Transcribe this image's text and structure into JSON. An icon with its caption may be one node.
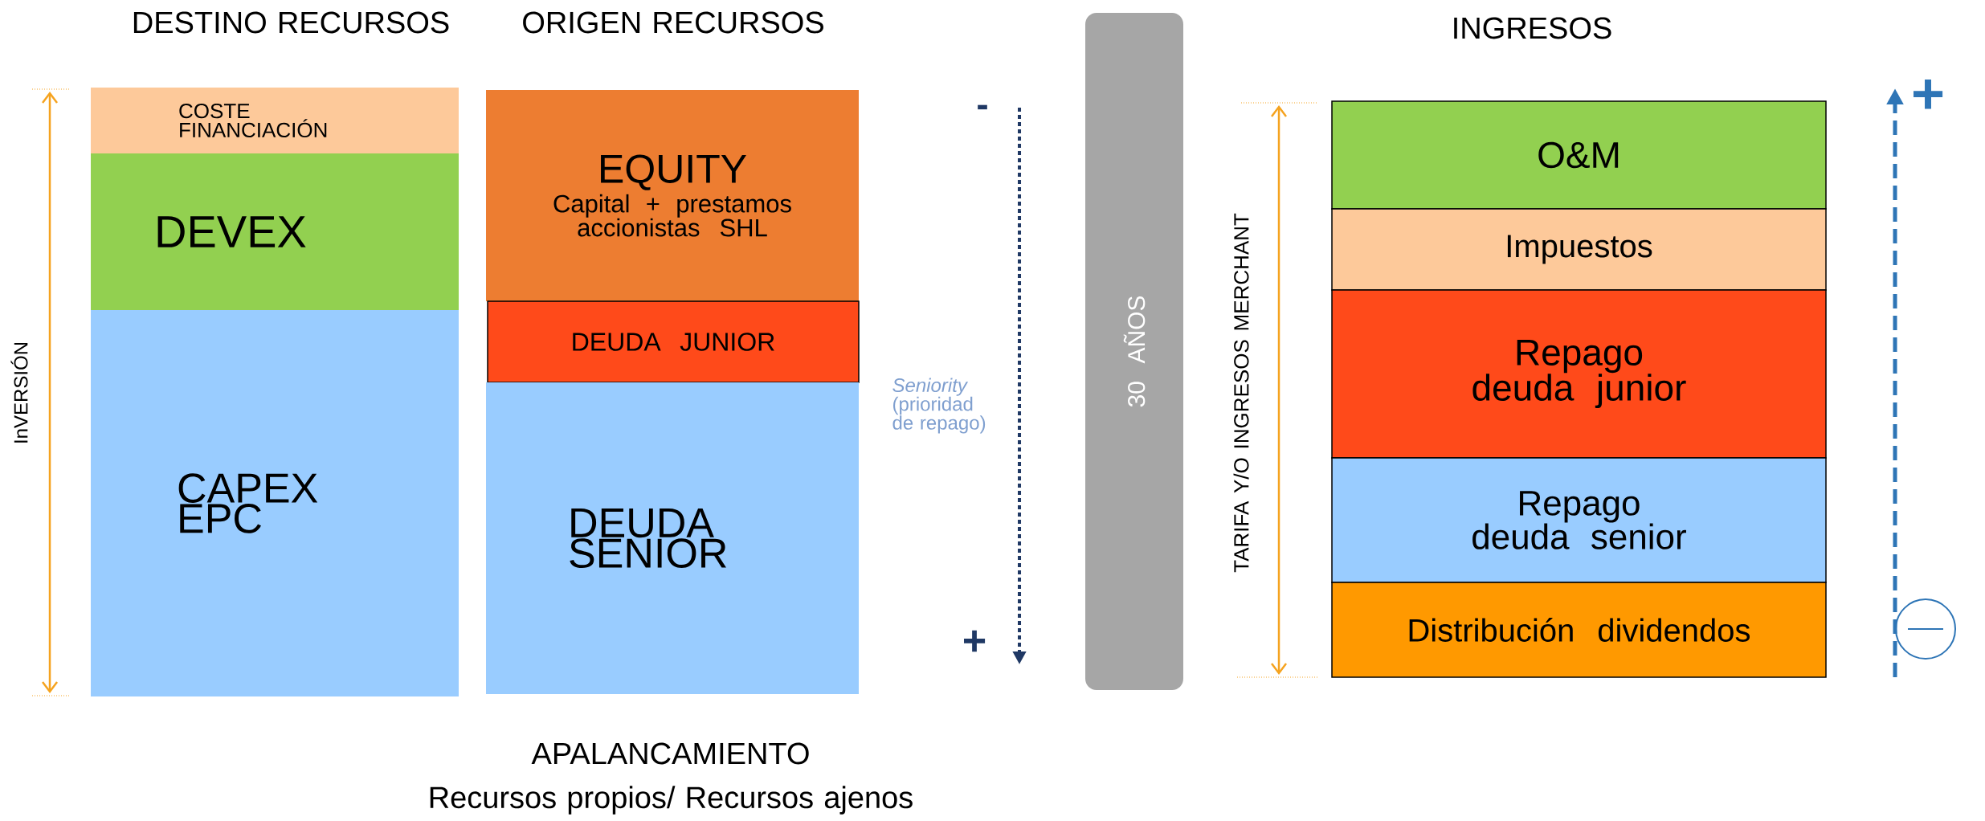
{
  "diagram": {
    "nodes": [
      {
        "text": [
          "COSTE FINANCIACIÓN"
        ]
      },
      {
        "text": [
          "DEVEX"
        ]
      },
      {
        "text": [
          "CAPEX EPC"
        ]
      },
      {
        "text": [
          "EQUITY",
          "Capital + prestamos accionistas SHL"
        ]
      },
      {
        "text": [
          "DEUDA JUNIOR"
        ]
      },
      {
        "text": [
          "DEUDA SENIOR"
        ]
      },
      {
        "text": [
          "30 AÑOS"
        ]
      },
      {
        "text": [
          "O&M"
        ]
      },
      {
        "text": [
          "Impuestos"
        ]
      },
      {
        "text": [
          "Repago deuda junior"
        ]
      },
      {
        "text": [
          "Repago deuda senior"
        ]
      },
      {
        "text": [
          "Distribución dividendos"
        ]
      }
    ],
    "labels": [
      "DESTINO RECURSOS",
      "ORIGEN RECURSOS",
      "INGRESOS",
      "-",
      "InVERSIÓN",
      "*Seniority* (prioridad de repago)",
      "+",
      "TARIFA Y/O INGRESOS MERCHANT",
      "+",
      "APALANCAMIENTO",
      "Recursos propios/ Recursos ajenos"
    ]
  }
}
